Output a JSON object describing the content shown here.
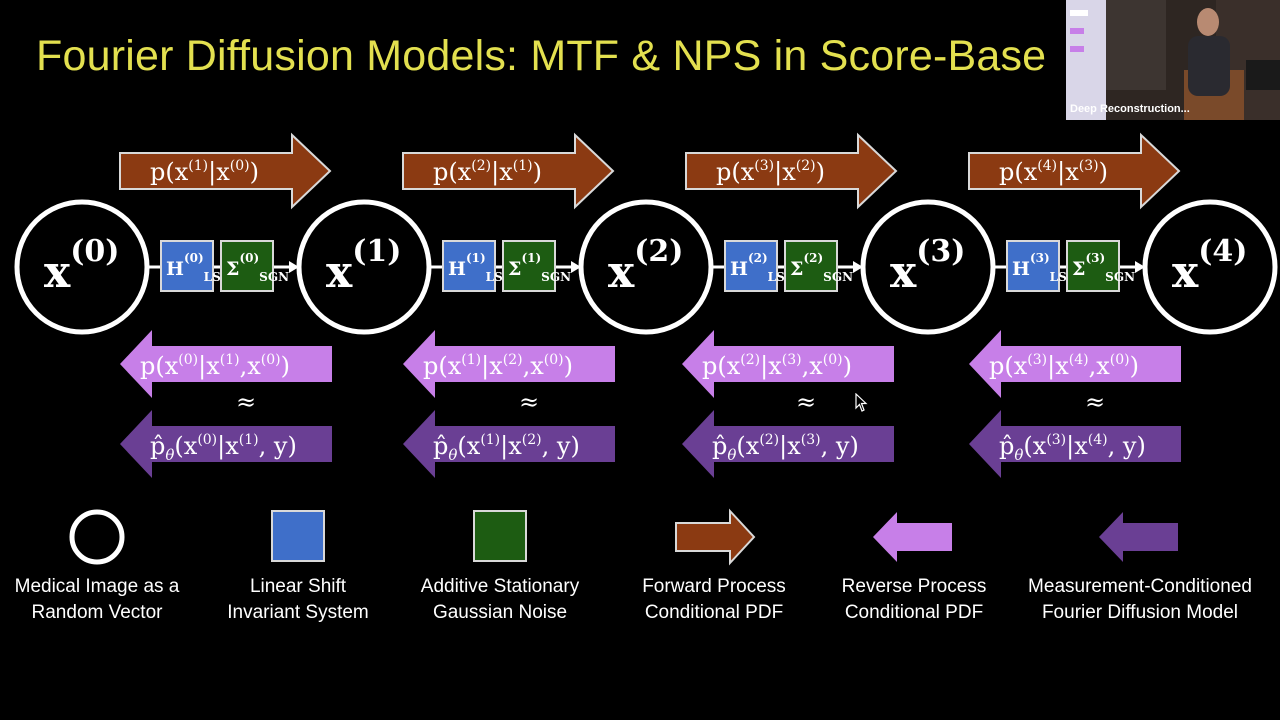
{
  "slide": {
    "title": "Fourier Diffusion Models: MTF & NPS in Score-Base"
  },
  "diagram": {
    "nodes": [
      {
        "label": "x",
        "sup": "(0)"
      },
      {
        "label": "x",
        "sup": "(1)"
      },
      {
        "label": "x",
        "sup": "(2)"
      },
      {
        "label": "x",
        "sup": "(3)"
      },
      {
        "label": "x",
        "sup": "(4)"
      }
    ],
    "system_boxes": [
      {
        "H": "H",
        "H_sub": "LSI",
        "H_sup": "(0)",
        "S": "Σ",
        "S_sub": "SGN",
        "S_sup": "(0)"
      },
      {
        "H": "H",
        "H_sub": "LSI",
        "H_sup": "(1)",
        "S": "Σ",
        "S_sub": "SGN",
        "S_sup": "(1)"
      },
      {
        "H": "H",
        "H_sub": "LSI",
        "H_sup": "(2)",
        "S": "Σ",
        "S_sub": "SGN",
        "S_sup": "(2)"
      },
      {
        "H": "H",
        "H_sub": "LSI",
        "H_sup": "(3)",
        "S": "Σ",
        "S_sub": "SGN",
        "S_sup": "(3)"
      }
    ],
    "forward_arrows": [
      {
        "p": "p(x",
        "a": "(1)",
        "mid": "|x",
        "b": "(0)",
        "end": ")"
      },
      {
        "p": "p(x",
        "a": "(2)",
        "mid": "|x",
        "b": "(1)",
        "end": ")"
      },
      {
        "p": "p(x",
        "a": "(3)",
        "mid": "|x",
        "b": "(2)",
        "end": ")"
      },
      {
        "p": "p(x",
        "a": "(4)",
        "mid": "|x",
        "b": "(3)",
        "end": ")"
      }
    ],
    "reverse_arrows": [
      {
        "p": "p(x",
        "a": "(0)",
        "mid": "|x",
        "b": "(1)",
        "mid2": ",x",
        "c": "(0)",
        "end": ")"
      },
      {
        "p": "p(x",
        "a": "(1)",
        "mid": "|x",
        "b": "(2)",
        "mid2": ",x",
        "c": "(0)",
        "end": ")"
      },
      {
        "p": "p(x",
        "a": "(2)",
        "mid": "|x",
        "b": "(3)",
        "mid2": ",x",
        "c": "(0)",
        "end": ")"
      },
      {
        "p": "p(x",
        "a": "(3)",
        "mid": "|x",
        "b": "(4)",
        "mid2": ",x",
        "c": "(0)",
        "end": ")"
      }
    ],
    "approx_symbol": "≈",
    "model_arrows": [
      {
        "p": "p̂",
        "theta": "θ",
        "open": "(x",
        "a": "(0)",
        "mid": "|x",
        "b": "(1)",
        "end": ", y)"
      },
      {
        "p": "p̂",
        "theta": "θ",
        "open": "(x",
        "a": "(1)",
        "mid": "|x",
        "b": "(2)",
        "end": ", y)"
      },
      {
        "p": "p̂",
        "theta": "θ",
        "open": "(x",
        "a": "(2)",
        "mid": "|x",
        "b": "(3)",
        "end": ", y)"
      },
      {
        "p": "p̂",
        "theta": "θ",
        "open": "(x",
        "a": "(3)",
        "mid": "|x",
        "b": "(4)",
        "end": ", y)"
      }
    ],
    "colors": {
      "forward": "#8b3a12",
      "reverse": "#c77fe8",
      "model": "#6a3f94",
      "lsi_box": "#3f6fc9",
      "noise_box": "#1d5c12",
      "node_stroke": "#ffffff",
      "title": "#e3e04f"
    }
  },
  "legend": [
    {
      "line1": "Medical Image as a",
      "line2": "Random Vector",
      "icon": "white-circle-icon"
    },
    {
      "line1": "Linear Shift",
      "line2": "Invariant System",
      "icon": "blue-square-icon"
    },
    {
      "line1": "Additive Stationary",
      "line2": "Gaussian Noise",
      "icon": "green-square-icon"
    },
    {
      "line1": "Forward Process",
      "line2": "Conditional PDF",
      "icon": "brown-right-arrow-icon"
    },
    {
      "line1": "Reverse Process",
      "line2": "Conditional PDF",
      "icon": "violet-left-arrow-icon"
    },
    {
      "line1": "Measurement-Conditioned",
      "line2": "Fourier Diffusion Model",
      "icon": "purple-left-arrow-icon"
    }
  ],
  "video": {
    "caption": "Deep Reconstruction..."
  }
}
